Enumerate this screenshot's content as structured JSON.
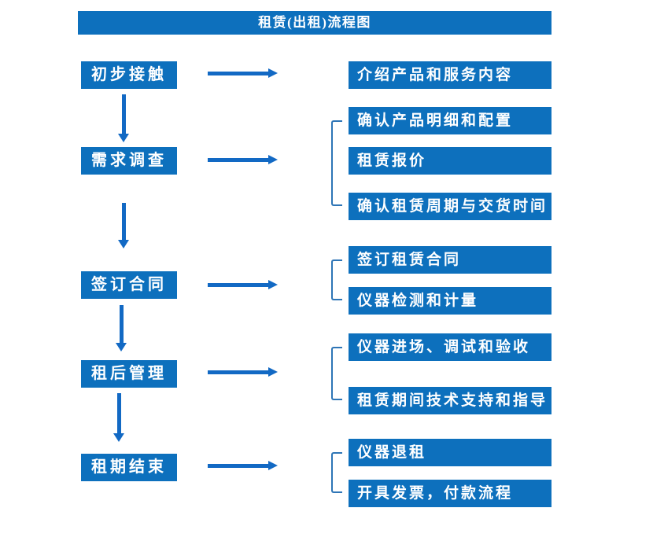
{
  "title": "租赁(出租)流程图",
  "colors": {
    "box_fill": "#0d70bd",
    "arrow": "#1269c4",
    "bracket": "#2e75b6",
    "text_on_box": "#ffffff",
    "page_bg": "#ffffff"
  },
  "stages": [
    {
      "label": "初步接触",
      "outputs": [
        "介绍产品和服务内容"
      ]
    },
    {
      "label": "需求调查",
      "outputs": [
        "确认产品明细和配置",
        "租赁报价",
        "确认租赁周期与交货时间"
      ]
    },
    {
      "label": "签订合同",
      "outputs": [
        "签订租赁合同",
        "仪器检测和计量"
      ]
    },
    {
      "label": "租后管理",
      "outputs": [
        "仪器进场、调试和验收",
        "租赁期间技术支持和指导"
      ]
    },
    {
      "label": "租期结束",
      "outputs": [
        "仪器退租",
        "开具发票，付款流程"
      ]
    }
  ]
}
